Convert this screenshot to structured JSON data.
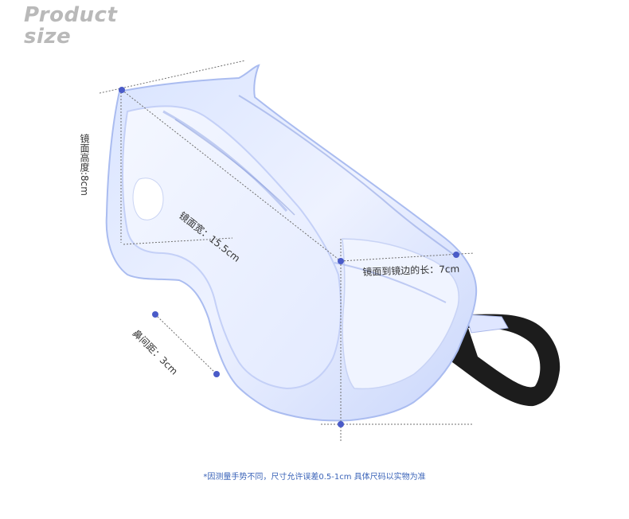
{
  "title": {
    "line1": "Product",
    "line2": "size"
  },
  "dimensions": {
    "lens_height": "镜面高度:8cm",
    "lens_width": "镜面宽：15.5cm",
    "lens_to_edge": "镜面到镜边的长：7cm",
    "nose_distance": "鼻间距：3cm"
  },
  "note": "*因测量手势不同，尺寸允许误差0.5-1cm 具体尺码以实物为准",
  "colors": {
    "marker": "#4a5bc8",
    "title": "#b9b9b9",
    "note": "#3a63b8"
  }
}
